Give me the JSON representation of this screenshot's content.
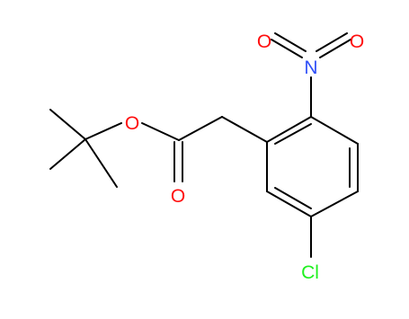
{
  "molecule": {
    "atom_labels": {
      "ester_oxygen": "O",
      "carbonyl_oxygen": "O",
      "nitro_oxygen_left": "O",
      "nitro_nitrogen": "N",
      "nitro_oxygen_right": "O",
      "chlorine": "Cl"
    },
    "colors": {
      "bond": "#000000",
      "oxygen": "#ff0d0d",
      "nitrogen": "#3050f8",
      "chlorine": "#1ff01f"
    }
  }
}
